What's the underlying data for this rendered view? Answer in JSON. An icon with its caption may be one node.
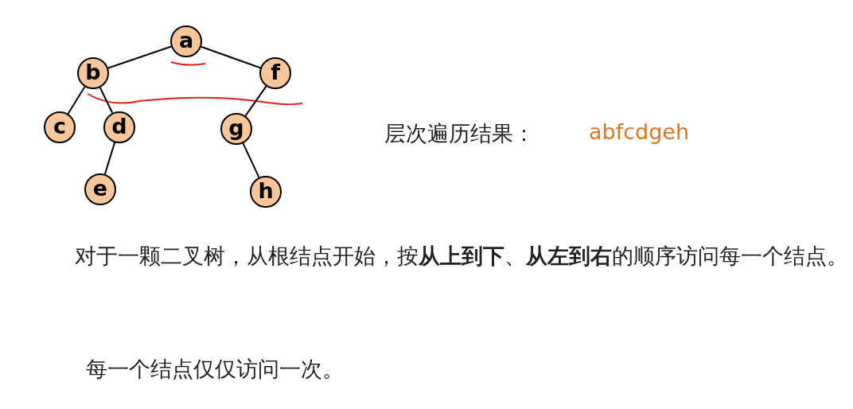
{
  "diagram": {
    "nodes": [
      {
        "text": [
          "a"
        ]
      },
      {
        "text": [
          "b"
        ]
      },
      {
        "text": [
          "f"
        ]
      },
      {
        "text": [
          "c"
        ]
      },
      {
        "text": [
          "d"
        ]
      },
      {
        "text": [
          "g"
        ]
      },
      {
        "text": [
          "e"
        ]
      },
      {
        "text": [
          "h"
        ]
      }
    ],
    "edges": [
      {
        "from": 0,
        "to": 1,
        "arrow": "none"
      },
      {
        "from": 0,
        "to": 2,
        "arrow": "none"
      },
      {
        "from": 1,
        "to": 3,
        "arrow": "none"
      },
      {
        "from": 1,
        "to": 4,
        "arrow": "none"
      },
      {
        "from": 2,
        "to": 5,
        "arrow": "none"
      },
      {
        "from": 4,
        "to": 6,
        "arrow": "none"
      },
      {
        "from": 5,
        "to": 7,
        "arrow": "none"
      }
    ],
    "labels": [
      "层次遍历结果：",
      "abfcdgeh",
      "对于一颗二叉树，从根结点开始，按**从上到下**、**从左到右**的顺序访问每一个结点。",
      "每一个结点仅仅访问一次。"
    ]
  }
}
